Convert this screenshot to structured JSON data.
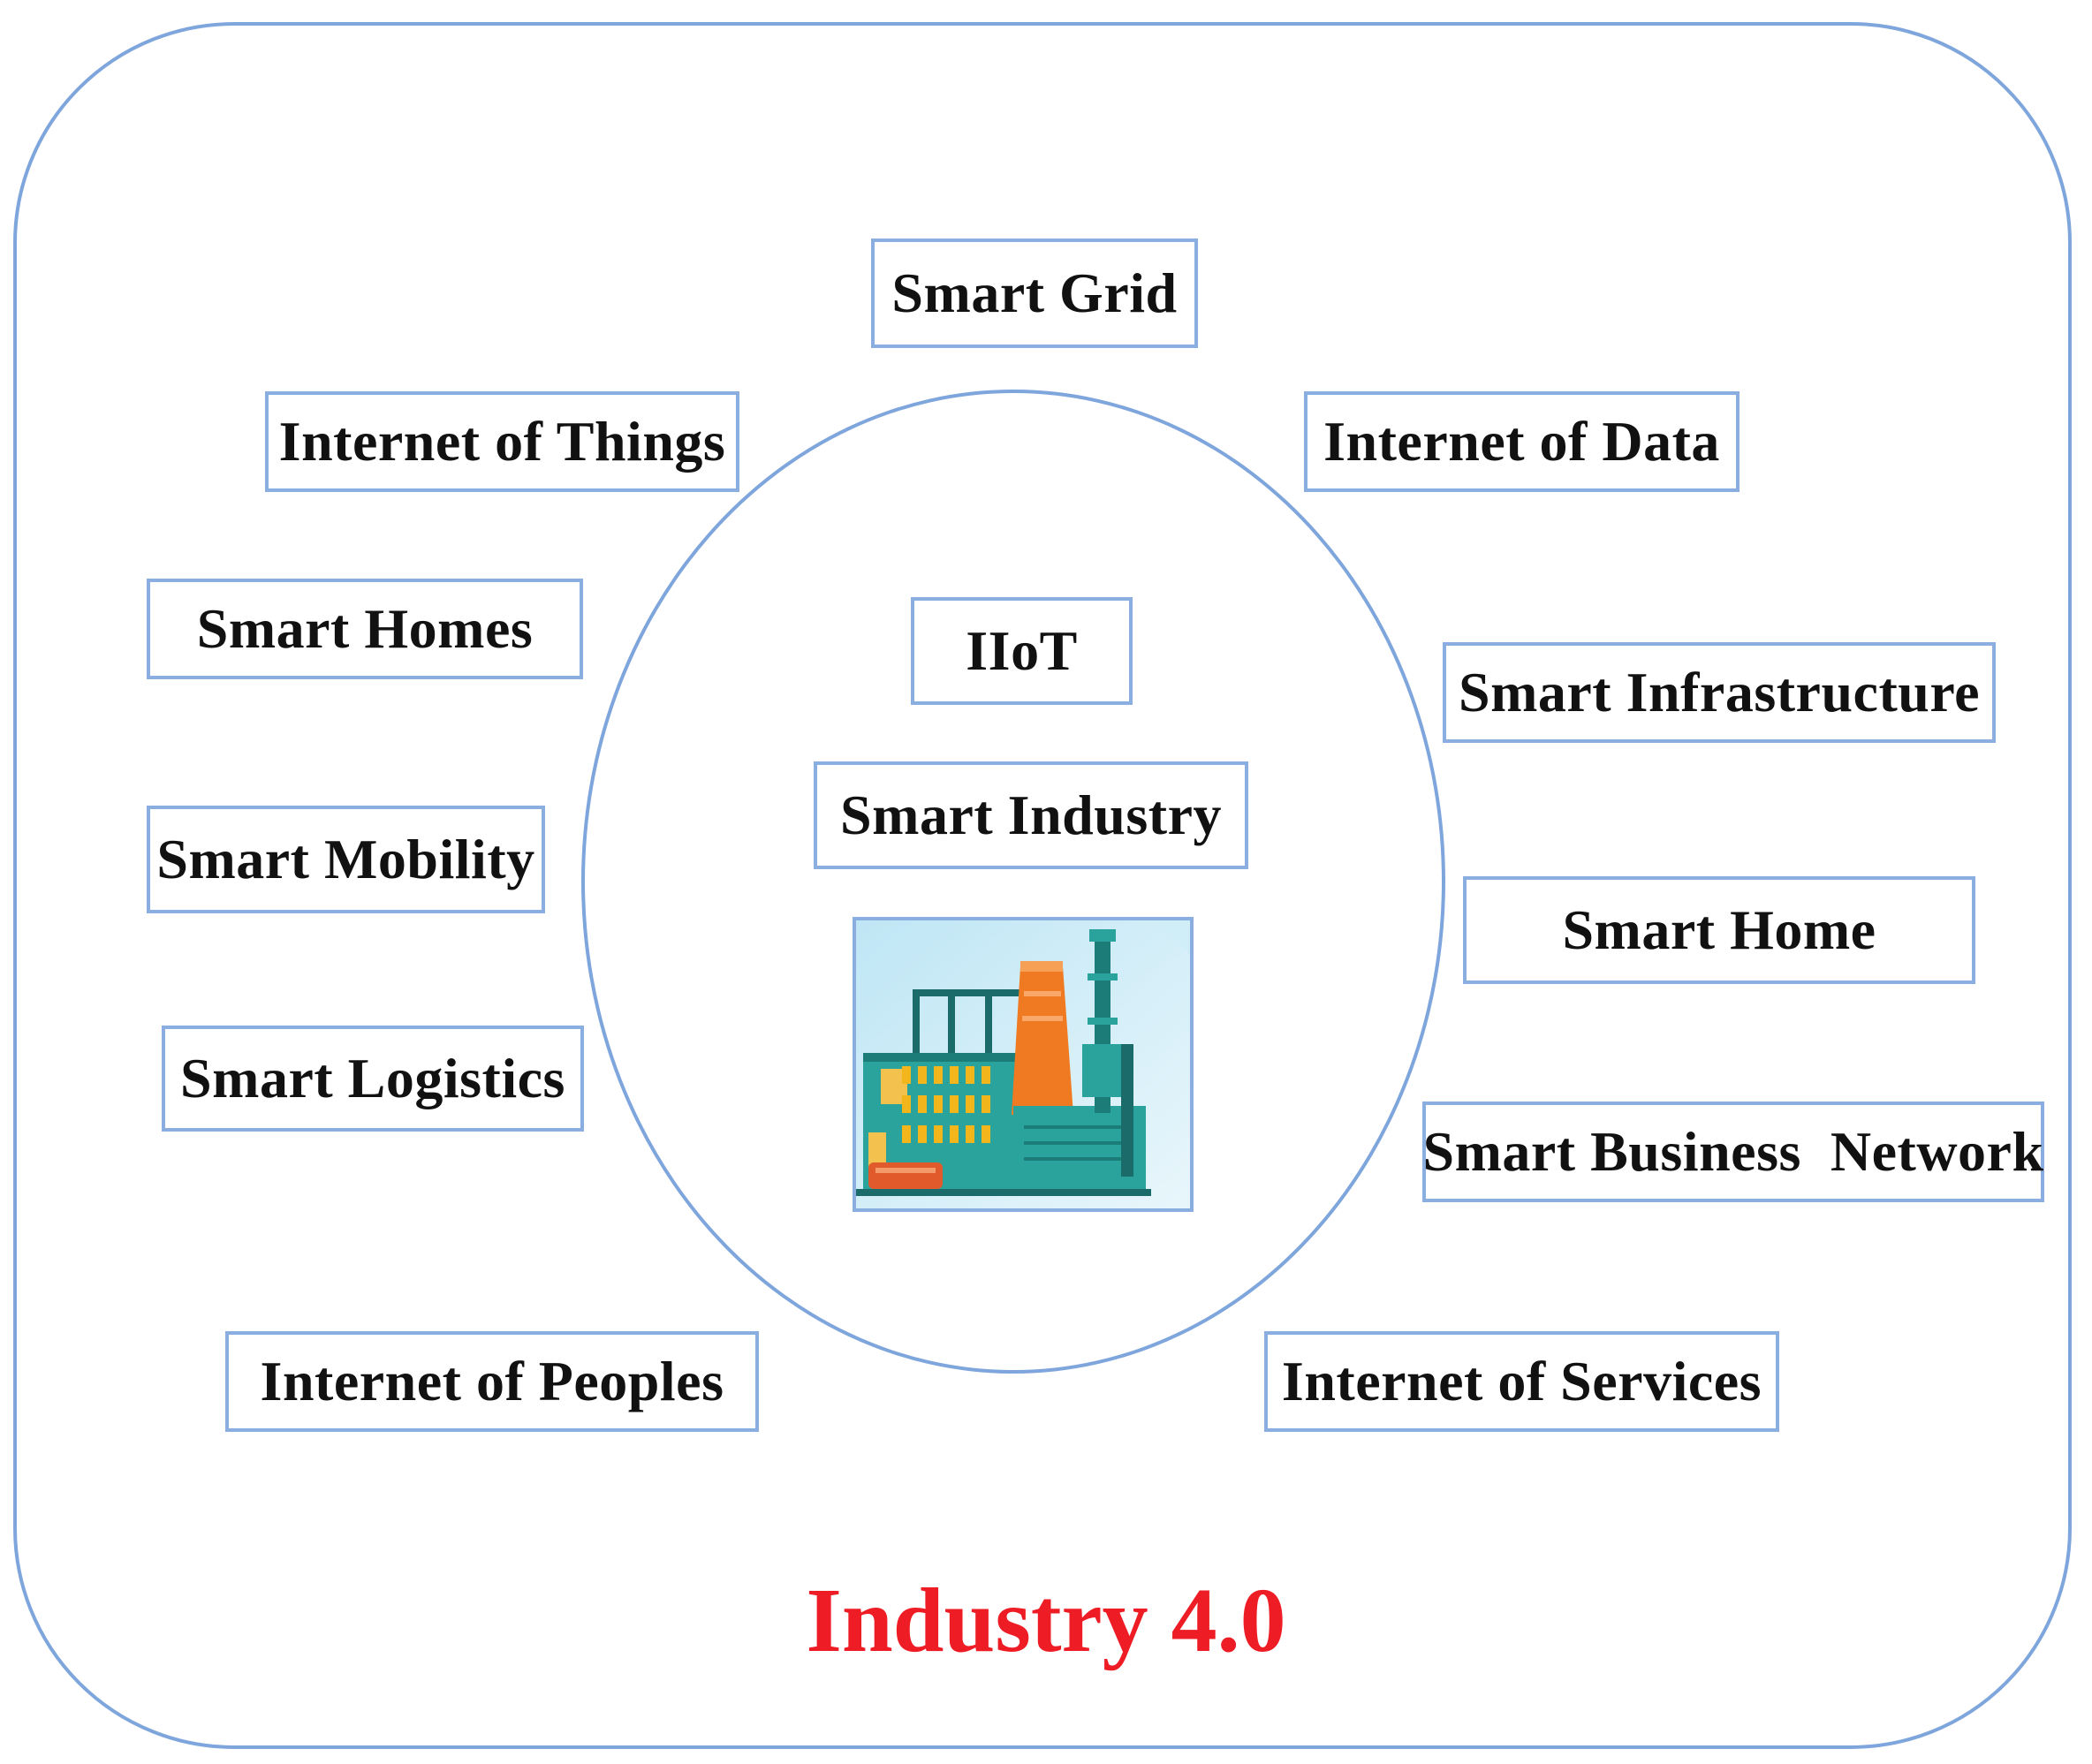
{
  "title": "Industry 4.0",
  "title_color": "#ee1c25",
  "outline_color": "#7ea6dc",
  "center": {
    "top_label": "IIoT",
    "middle_label": "Smart Industry",
    "image": "factory-icon"
  },
  "left_items": [
    "Internet of Things",
    "Smart Homes",
    "Smart Mobility",
    "Smart Logistics",
    "Internet of Peoples"
  ],
  "top_item": "Smart Grid",
  "right_items": [
    "Internet of Data",
    "Smart Infrastructure",
    "Smart Home",
    "Smart Business  Network",
    "Internet of Services"
  ]
}
